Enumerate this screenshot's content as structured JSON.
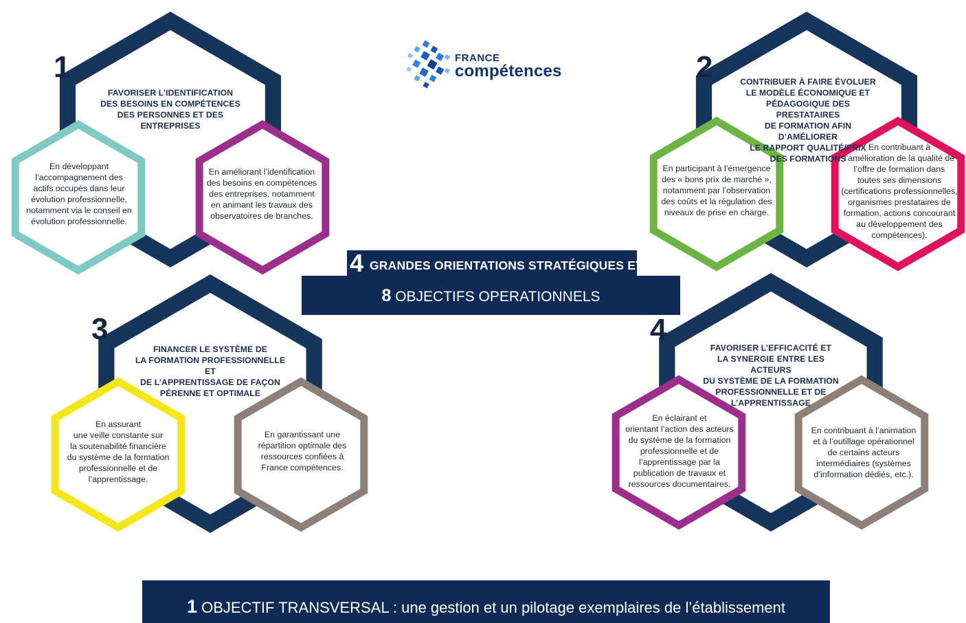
{
  "logo": {
    "line1": "FRANCE",
    "line2": "compétences"
  },
  "banners": {
    "orientations_number": "4",
    "orientations_text": "GRANDES ORIENTATIONS STRATÉGIQUES ET",
    "objectives_number": "8",
    "objectives_text": "OBJECTIFS OPERATIONNELS",
    "transversal_number": "1",
    "transversal_text": "OBJECTIF TRANSVERSAL : une gestion et un pilotage exemplaires de l’établissement"
  },
  "orientations": [
    {
      "number": "1",
      "title": "FAVORISER L’IDENTIFICATION\nDES BESOINS EN COMPÉTENCES\nDES PERSONNES ET DES\nENTREPRISES",
      "objective_left": "En développant\nl’accompagnement des\nactifs occupés dans leur\névolution professionnelle,\nnotamment via le conseil en\névolution professionnelle.",
      "objective_right": "En améliorant l’identification\ndes besoins en compétences\ndes entreprises, notamment\nen animant les travaux des\nobservatoires de branches."
    },
    {
      "number": "2",
      "title": "CONTRIBUER À FAIRE ÉVOLUER\nLE MODÈLE ÉCONOMIQUE ET\nPÉDAGOGIQUE DES PRESTATAIRES\nDE FORMATION AFIN D’AMÉLIORER\nLE RAPPORT QUALITÉ/PRIX\nDES FORMATIONS",
      "objective_left": "En participant à l’émergence\ndes « bons prix de marché »,\nnotamment par l’observation\ndes coûts et la régulation des\nniveaux de prise en charge.",
      "objective_right": "En contribuant à\nl’amélioration de la qualité de\nl’offre de formation dans\ntoutes ses dimensions\n(certifications professionnelles,\norganismes prestataires de\nformation, actions concourant\nau développement des\ncompétences)."
    },
    {
      "number": "3",
      "title": "FINANCER LE SYSTÈME DE\nLA FORMATION PROFESSIONNELLE ET\nDE L’APPRENTISSAGE DE FAÇON\nPÉRENNE ET OPTIMALE",
      "objective_left": "En assurant\nune veille constante sur\nla soutenabilité financière\ndu système de la formation\nprofessionnelle et de\nl’apprentissage.",
      "objective_right": "En garantissant une\nrépartition optimale des\nressources confiées à\nFrance compétences."
    },
    {
      "number": "4",
      "title": "FAVORISER L’EFFICACITÉ ET\nLA SYNERGIE ENTRE LES ACTEURS\nDU SYSTÈME DE LA FORMATION\nPROFESSIONNELLE ET DE\nL’APPRENTISSAGE",
      "objective_left": "En éclairant et\norientant l’action des acteurs\ndu système de la formation\nprofessionnelle et de\nl’apprentissage par la\npublication de travaux et\nressources documentaires.",
      "objective_right": "En contribuant à l’animation\net à l’outillage opérationnel\nde certains acteurs\nintermédiaires (systèmes\nd’information dédiés, etc.)."
    }
  ],
  "colors": {
    "navy": "#17345a",
    "teal": "#7ec9c4",
    "purple": "#9c2e8c",
    "green": "#6cb545",
    "magenta": "#e0125e",
    "yellow": "#f5e61a",
    "taupe": "#8c8079",
    "banner": "#0f2a55"
  }
}
